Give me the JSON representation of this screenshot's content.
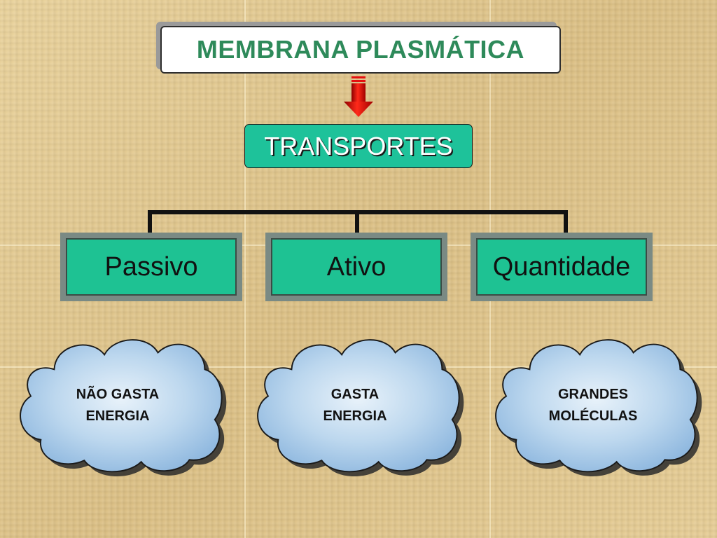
{
  "title": "MEMBRANA PLASMÁTICA",
  "subtitle": "TRANSPORTES",
  "types": [
    {
      "label": "Passivo"
    },
    {
      "label": "Ativo"
    },
    {
      "label": "Quantidade"
    }
  ],
  "clouds": [
    {
      "line1": "NÃO GASTA",
      "line2": "ENERGIA"
    },
    {
      "line1": "GASTA",
      "line2": "ENERGIA"
    },
    {
      "line1": "GRANDES",
      "line2": "MOLÉCULAS"
    }
  ],
  "colors": {
    "title_text": "#2e8a5a",
    "transport_fill": "#1ec29a",
    "type_fill": "#1ec293",
    "arrow": "#e41010",
    "cloud_fill": "#c4dcef"
  },
  "icons": [
    "arrow-down-icon"
  ]
}
